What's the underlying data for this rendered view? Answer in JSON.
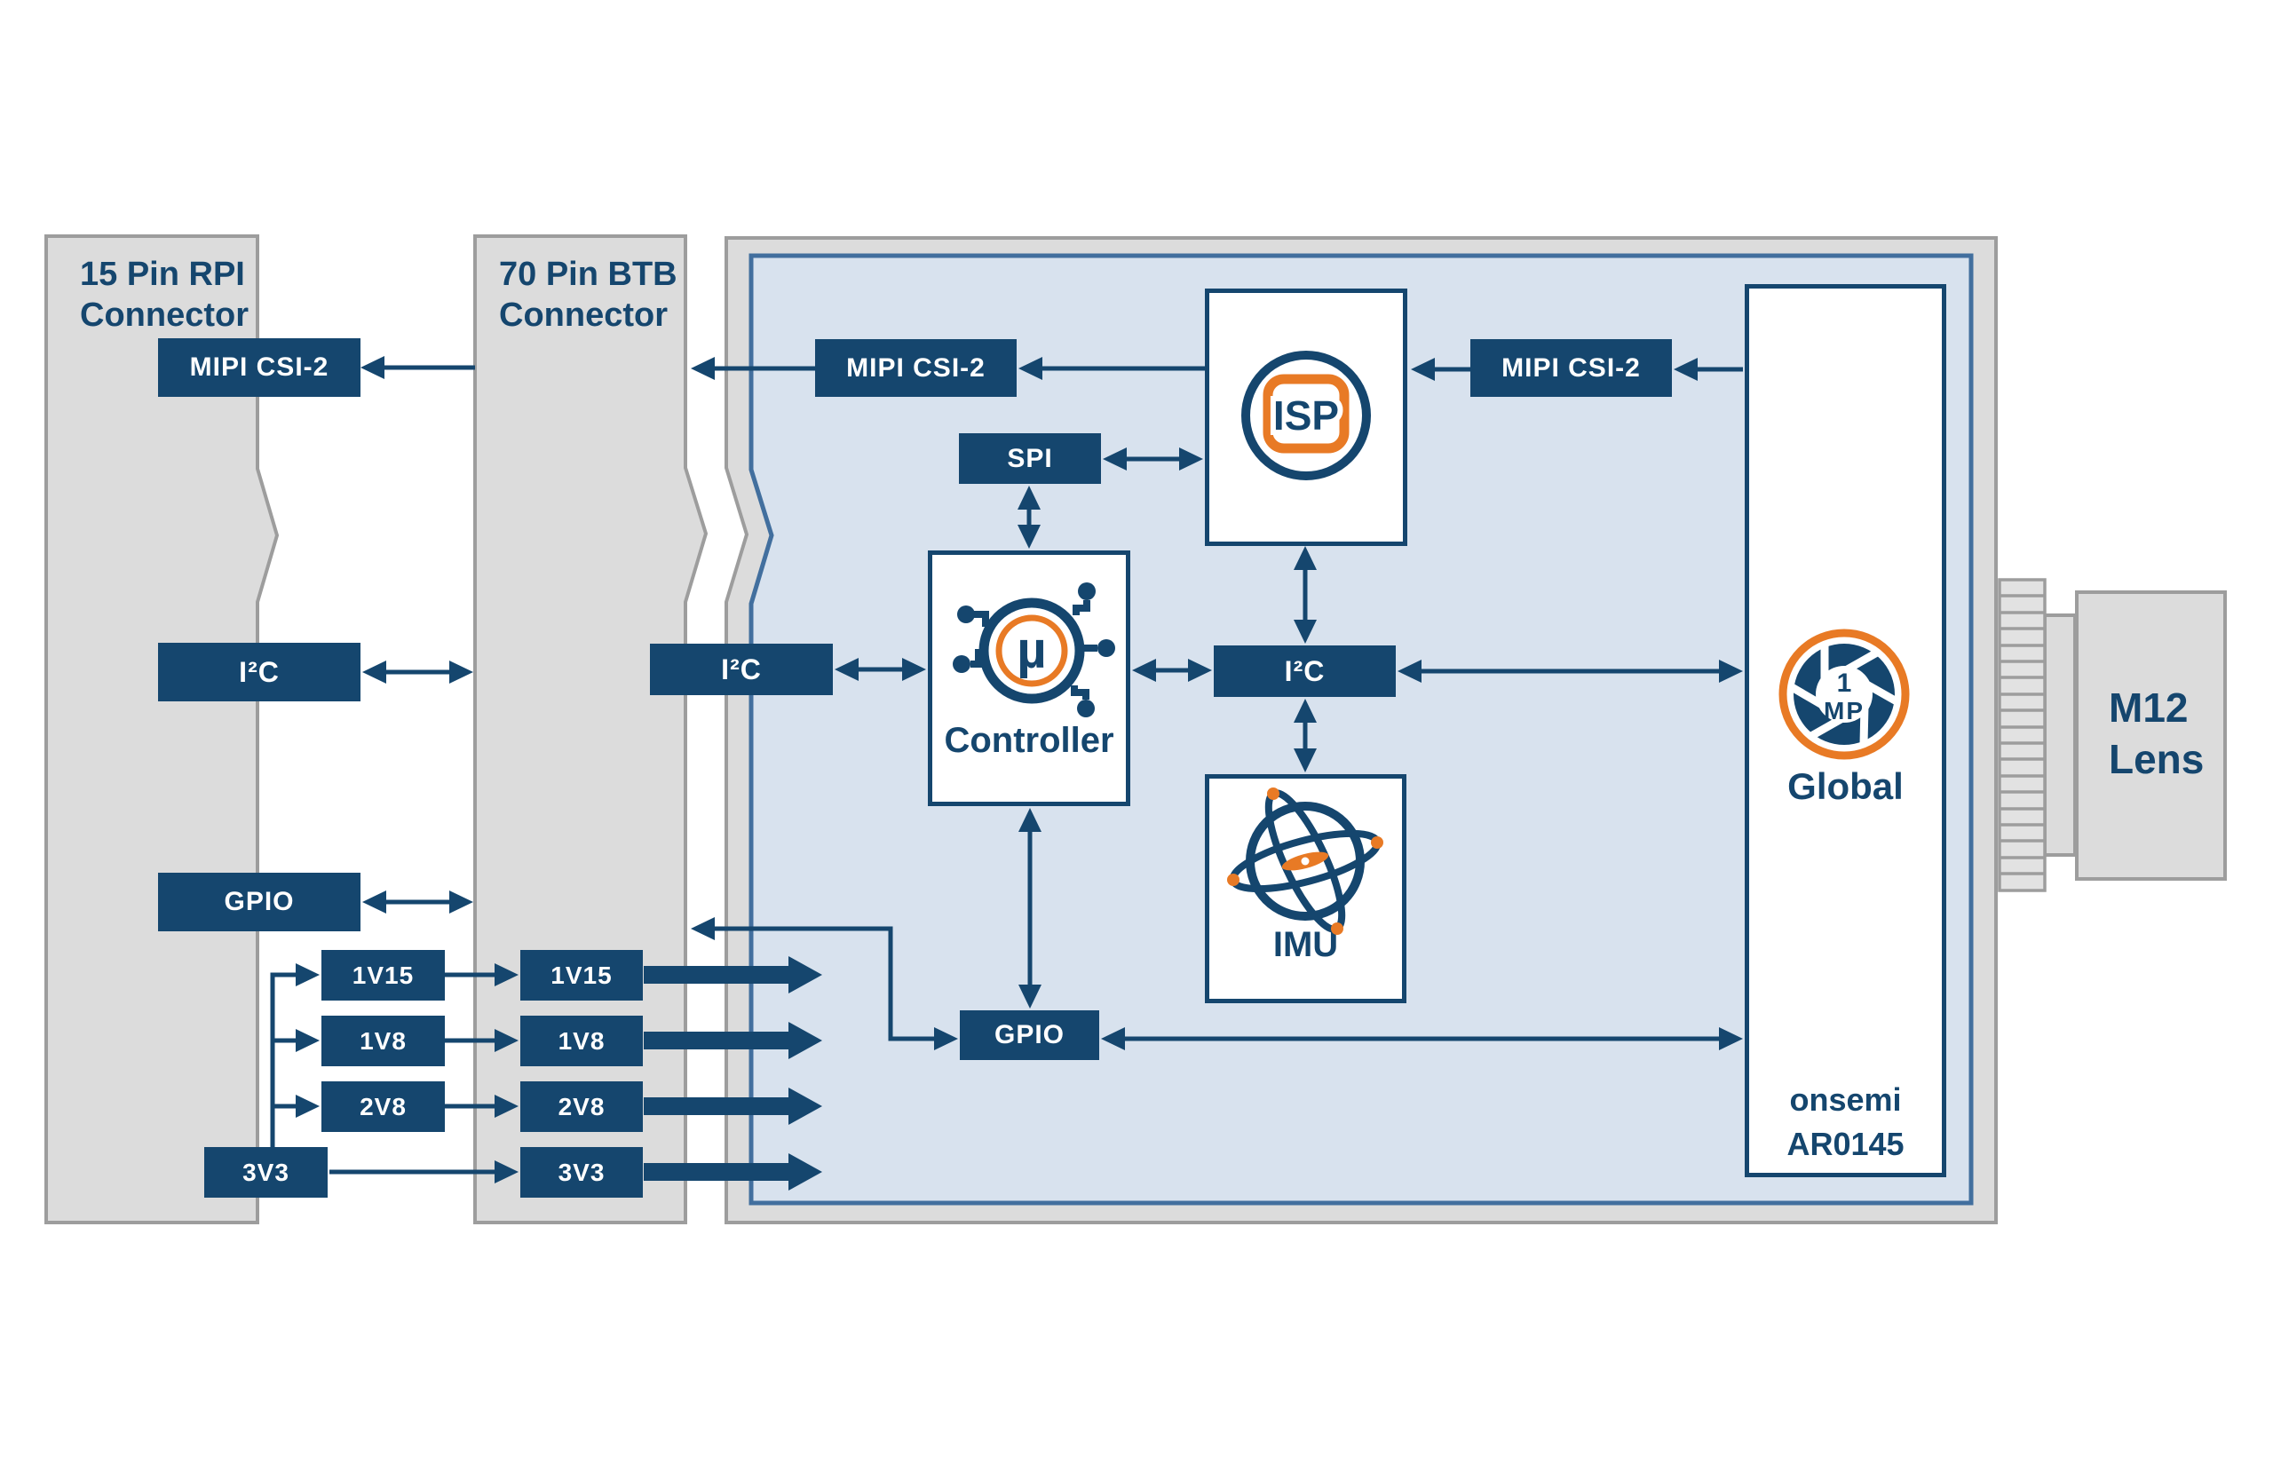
{
  "colors": {
    "navy": "#15466e",
    "orange": "#e87a25",
    "panel_blue": "#d8e2ee",
    "panel_border": "#426f9e",
    "gray_fill": "#dcdcdc",
    "gray_border": "#9d9d9d",
    "white": "#ffffff"
  },
  "rpi_connector": {
    "title": "15 Pin RPI Connector",
    "mipi_label": "MIPI CSI-2",
    "i2c_label": "I²C",
    "gpio_label": "GPIO",
    "power_labels": [
      "1V15",
      "1V8",
      "2V8",
      "3V3"
    ]
  },
  "btb_connector": {
    "title": "70 Pin BTB Connector",
    "i2c_label": "I²C",
    "power_labels": [
      "1V15",
      "1V8",
      "2V8",
      "3V3"
    ]
  },
  "board": {
    "mipi_out_label": "MIPI CSI-2",
    "spi_label": "SPI",
    "controller": {
      "label": "Controller",
      "mu_symbol": "µ"
    },
    "isp": {
      "label": "ISP"
    },
    "i2c_label": "I²C",
    "imu": {
      "label": "IMU"
    },
    "gpio_label": "GPIO",
    "mipi_in_label": "MIPI CSI-2",
    "sensor": {
      "mp_line1": "1",
      "mp_line2": "MP",
      "shutter_label": "Global",
      "brand": "onsemi",
      "part_number": "AR0145"
    }
  },
  "lens": {
    "label": "M12 Lens"
  }
}
